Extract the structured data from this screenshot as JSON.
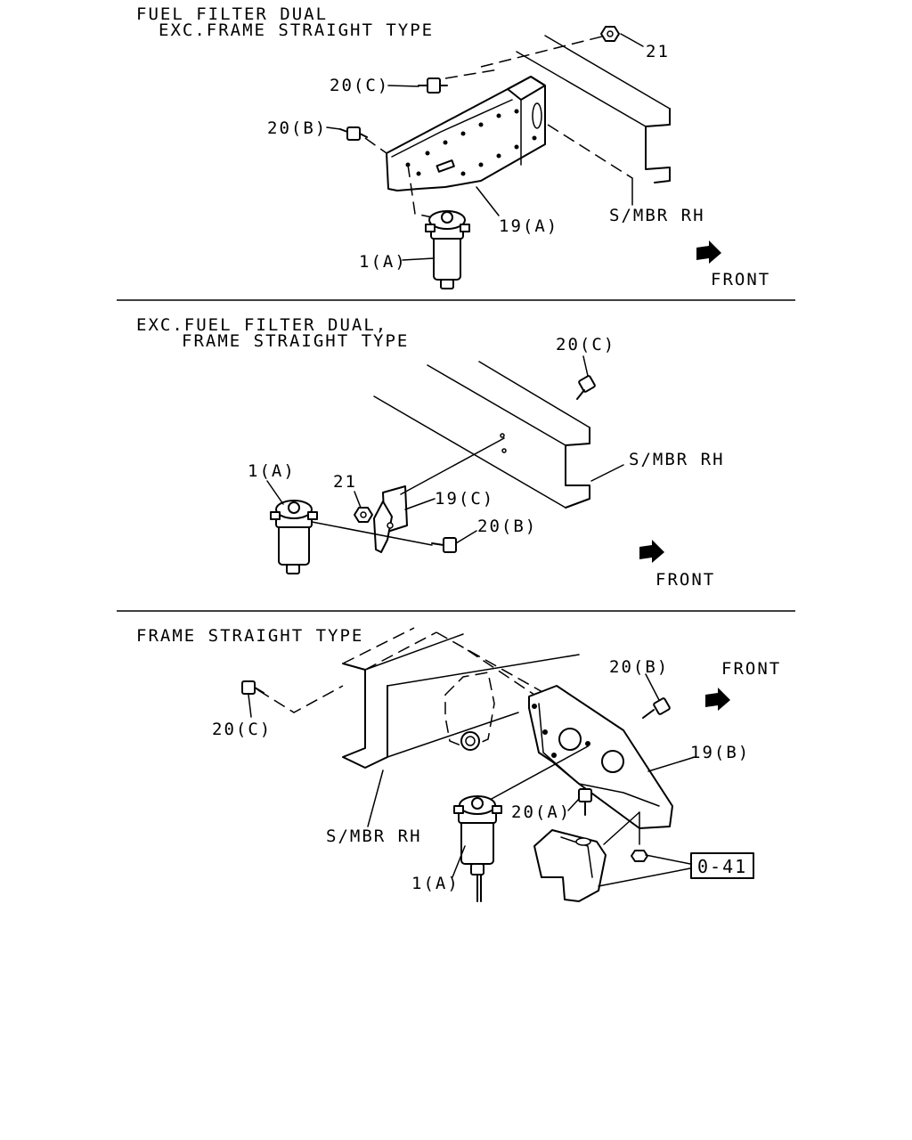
{
  "sections": [
    {
      "title_line1": "FUEL FILTER DUAL",
      "title_line2": "EXC.FRAME STRAIGHT TYPE",
      "labels": {
        "nut": "21",
        "bolt_c": "20(C)",
        "bolt_b": "20(B)",
        "bracket": "19(A)",
        "member": "S/MBR RH",
        "filter": "1(A)",
        "front": "FRONT"
      }
    },
    {
      "title_line1": "EXC.FUEL FILTER DUAL,",
      "title_line2": "FRAME STRAIGHT TYPE",
      "labels": {
        "bolt_c": "20(C)",
        "member": "S/MBR RH",
        "filter": "1(A)",
        "nut": "21",
        "bracket": "19(C)",
        "bolt_b": "20(B)",
        "front": "FRONT"
      }
    },
    {
      "title_line1": "FRAME STRAIGHT TYPE",
      "labels": {
        "bolt_b": "20(B)",
        "front": "FRONT",
        "bolt_c": "20(C)",
        "bracket": "19(B)",
        "bolt_a": "20(A)",
        "member": "S/MBR RH",
        "filter": "1(A)",
        "ref": "0-41"
      }
    }
  ]
}
